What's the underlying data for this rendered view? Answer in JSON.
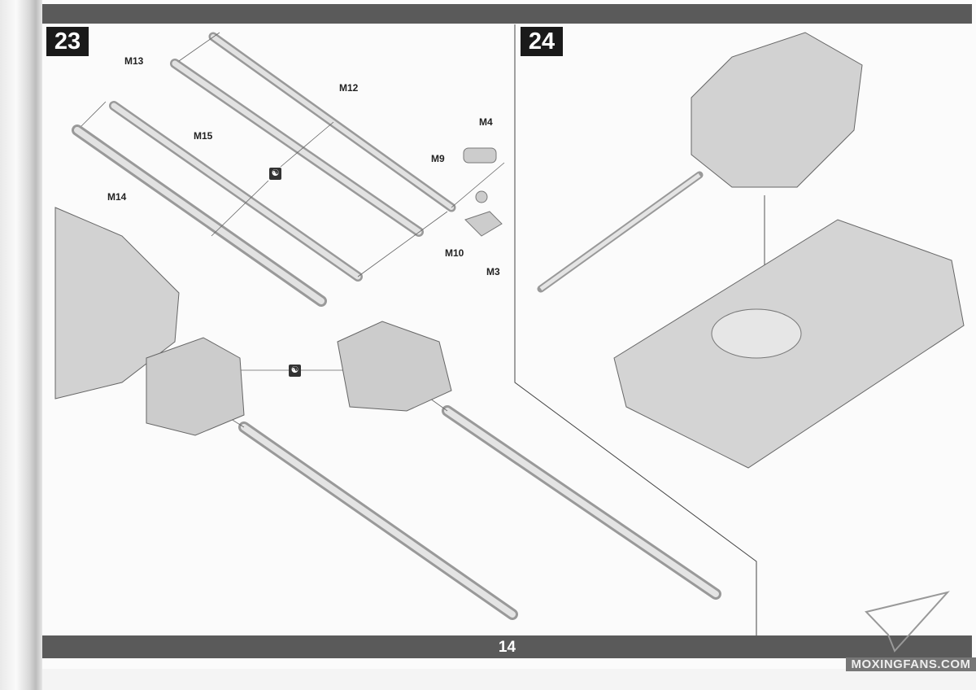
{
  "page_number": "14",
  "steps": [
    {
      "number": "23",
      "labels": [
        "M13",
        "M12",
        "M4",
        "M9",
        "M15",
        "M14",
        "M10",
        "M3"
      ],
      "glue_icons": 2
    },
    {
      "number": "24"
    }
  ],
  "watermark": "MOXINGFANS.COM",
  "colors": {
    "bar": "#5a5a5a",
    "step_box": "#1a1a1a",
    "part_gray": "#c8c8c8"
  }
}
